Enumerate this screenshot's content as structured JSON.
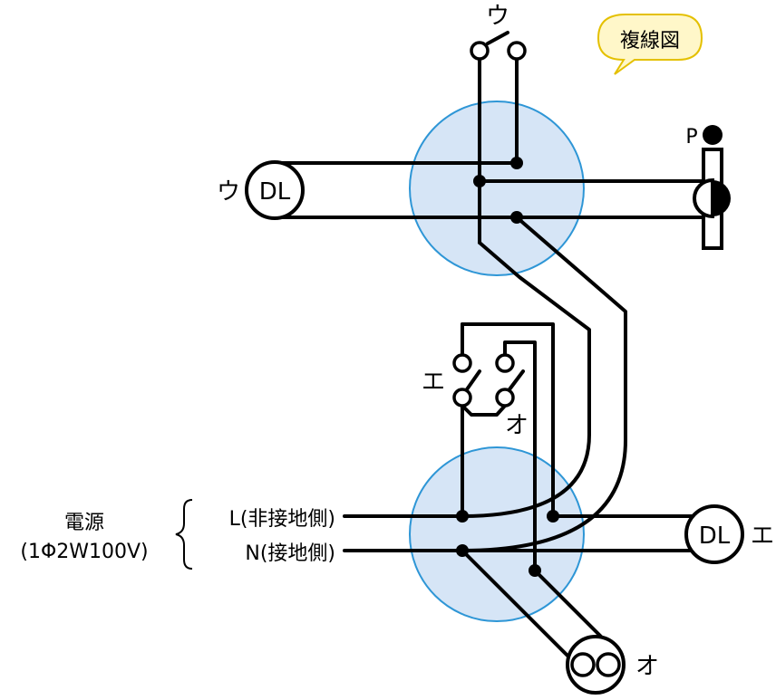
{
  "callout": {
    "text": "複線図",
    "fill": "#fff7c9",
    "stroke": "#e4c000"
  },
  "colors": {
    "junction_fill": "#d6e5f6",
    "junction_stroke": "#2e96d6",
    "wire": "#000000"
  },
  "labels": {
    "switch_u": "ウ",
    "light_u_label": "ウ",
    "light_u_text": "DL",
    "pilot_label": "P",
    "switch_e": "エ",
    "switch_o": "オ",
    "light_e_text": "DL",
    "light_e_label": "エ",
    "outlet_label": "オ",
    "power_title": "電源",
    "power_spec": "(1Φ2W100V)",
    "line_l": "L(非接地側)",
    "line_n": "N(接地側)"
  }
}
